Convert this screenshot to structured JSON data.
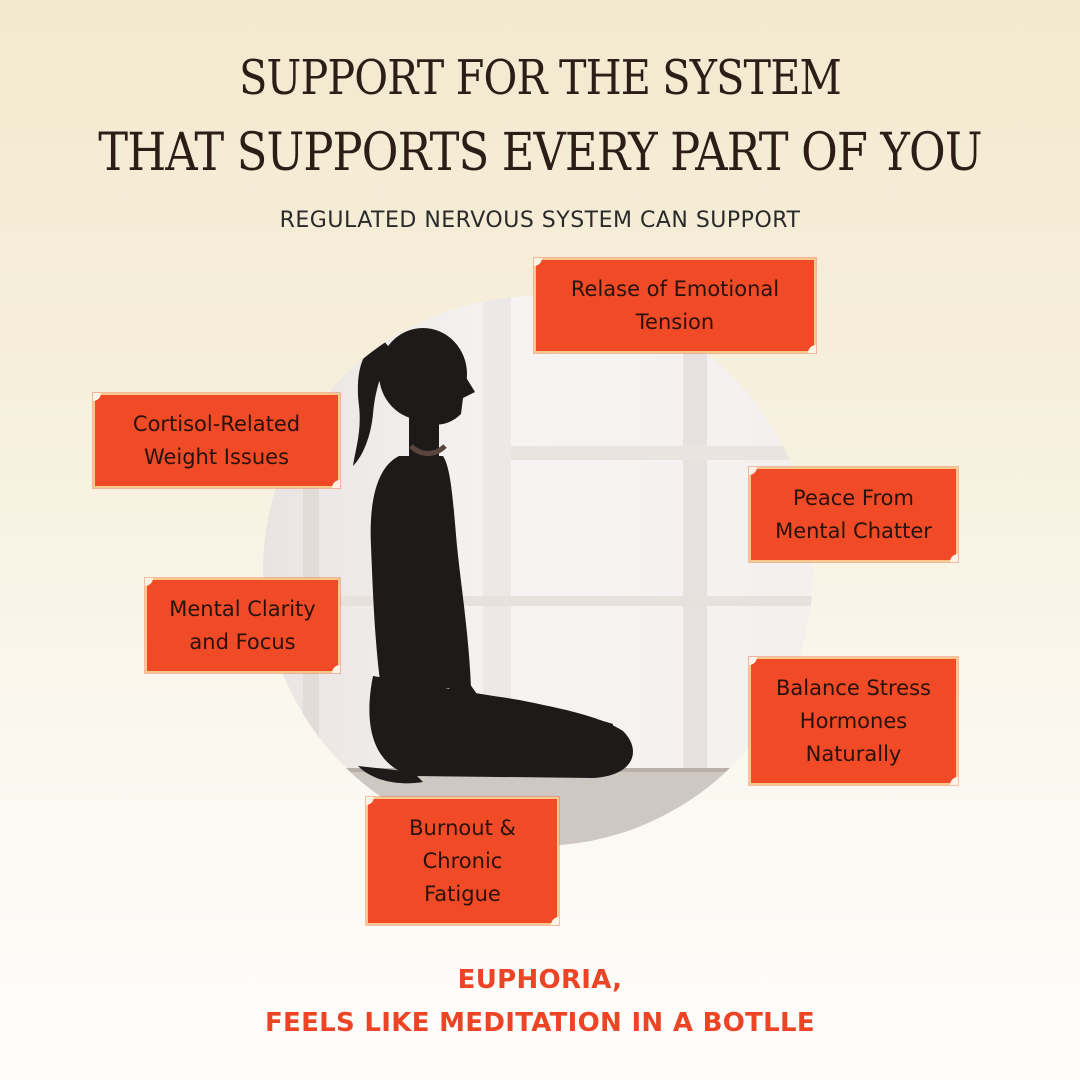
{
  "headline": {
    "line1": "SUPPORT FOR THE SYSTEM",
    "line2": "THAT SUPPORTS EVERY PART OF YOU"
  },
  "subtitle": "REGULATED NERVOUS SYSTEM CAN SUPPORT",
  "benefits": [
    "Relase of Emotional\nTension",
    "Cortisol-Related\nWeight Issues",
    "Peace From\nMental Chatter",
    "Mental Clarity\nand Focus",
    "Balance Stress\nHormones\nNaturally",
    "Burnout &\nChronic\nFatigue"
  ],
  "footer": {
    "line1": "EUPHORIA,",
    "line2": "FEELS LIKE MEDITATION IN A BOTLLE"
  },
  "colors": {
    "accent": "#f04a26",
    "box_border": "#f6c88a",
    "headline": "#2c1d17",
    "footer": "#ec4424"
  }
}
